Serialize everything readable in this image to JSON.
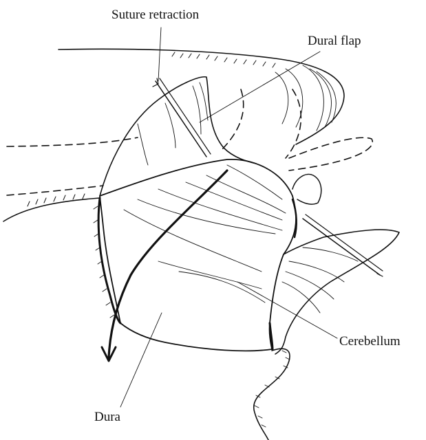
{
  "labels": {
    "suture_retraction": "Suture retraction",
    "dural_flap": "Dural flap",
    "cerebellum": "Cerebellum",
    "dura": "Dura"
  },
  "colors": {
    "ink": "#111111",
    "background": "#ffffff"
  }
}
